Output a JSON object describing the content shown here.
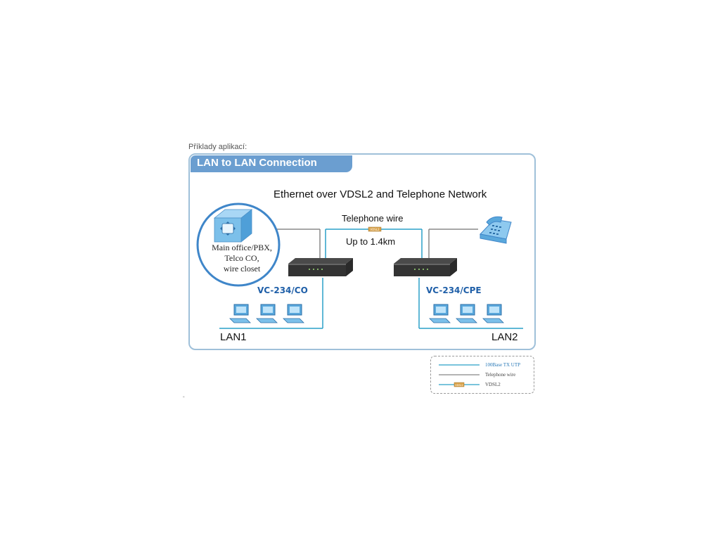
{
  "caption": "Příklady aplikací:",
  "header": {
    "title": "LAN to LAN Connection"
  },
  "diagram": {
    "title": "Ethernet over VDSL2 and Telephone Network",
    "telephone_wire_label": "Telephone wire",
    "distance_label": "Up to 1.4km",
    "vdsl_badge": "VDSL2",
    "office": [
      "Main office/PBX,",
      "Telco CO,",
      "wire closet"
    ],
    "device_co": "VC-234/CO",
    "device_cpe": "VC-234/CPE",
    "lan1": "LAN1",
    "lan2": "LAN2"
  },
  "legend": {
    "items": [
      "100Base TX UTP",
      "Telephone wire",
      "VDSL2"
    ],
    "badge": "VDSL2"
  },
  "colors": {
    "frame_border": "#9fc0d9",
    "tab": "#6b9ed0",
    "utp_line": "#2aa0c8",
    "telephone_line": "#888888",
    "device_label": "#1f5fa8",
    "badge": "#d9a24a"
  },
  "footnote": "\""
}
